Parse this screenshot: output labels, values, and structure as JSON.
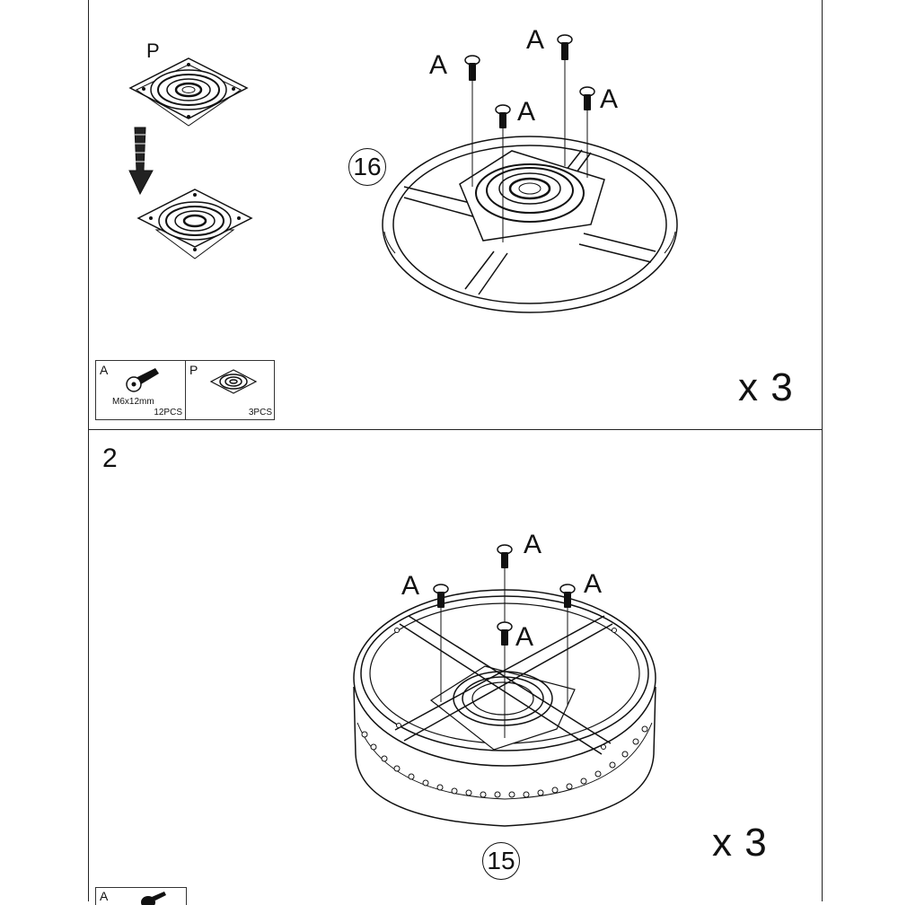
{
  "step1": {
    "part_label": "P",
    "screw_label": "A",
    "callout": "16",
    "multiplier": "x 3",
    "legend": [
      {
        "key": "A",
        "size": "M6x12mm",
        "qty": "12PCS"
      },
      {
        "key": "P",
        "size": "",
        "qty": "3PCS"
      }
    ]
  },
  "step2": {
    "number": "2",
    "screw_label": "A",
    "callout": "15",
    "multiplier": "x 3",
    "legend_key": "A"
  }
}
